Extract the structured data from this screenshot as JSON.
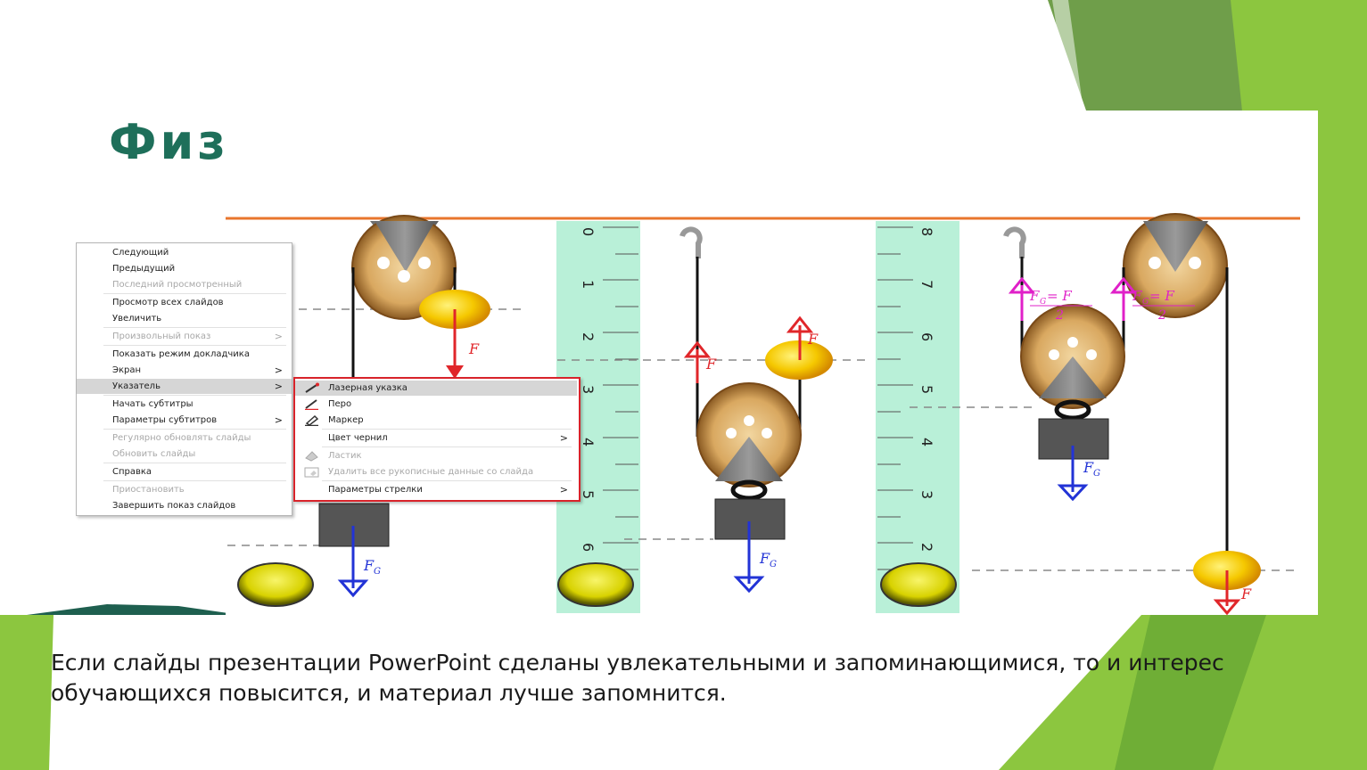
{
  "slide": {
    "title": "Физический процесс",
    "caption": "Если слайды презентации PowerPoint сделаны увлекательными и запоминающимися, то и интерес обучающихся повысится, и материал лучше запомнится."
  },
  "illustration": {
    "ruler1_ticks": [
      "0",
      "1",
      "2",
      "3",
      "4",
      "5",
      "6"
    ],
    "ruler2_ticks": [
      "8",
      "7",
      "6",
      "5",
      "4",
      "3",
      "2"
    ],
    "force_f": "F",
    "force_fg": "F",
    "force_sub": "G",
    "half_force_left": "F",
    "half_force_eq": "= F",
    "half_force_den": "2"
  },
  "colors": {
    "title": "#1e6f5a",
    "green_light": "#8cc63f",
    "green_dark": "#4e8a3a",
    "force_red": "#e0262a",
    "force_blue": "#2233d6",
    "force_magenta": "#e020c8",
    "ruler_bg": "#b9f0d8",
    "menu_highlight_border": "#d8232a"
  },
  "context_menu": {
    "items": [
      {
        "label": "Следующий",
        "disabled": false,
        "submenu": false
      },
      {
        "label": "Предыдущий",
        "disabled": false,
        "submenu": false
      },
      {
        "label": "Последний просмотренный",
        "disabled": true,
        "submenu": false
      },
      {
        "label": "Просмотр всех слайдов",
        "disabled": false,
        "submenu": false
      },
      {
        "label": "Увеличить",
        "disabled": false,
        "submenu": false
      },
      {
        "label": "Произвольный показ",
        "disabled": true,
        "submenu": true
      },
      {
        "label": "Показать режим докладчика",
        "disabled": false,
        "submenu": false
      },
      {
        "label": "Экран",
        "disabled": false,
        "submenu": true
      },
      {
        "label": "Указатель",
        "disabled": false,
        "submenu": true,
        "highlighted": true
      },
      {
        "label": "Начать субтитры",
        "disabled": false,
        "submenu": false
      },
      {
        "label": "Параметры субтитров",
        "disabled": false,
        "submenu": true
      },
      {
        "label": "Регулярно обновлять слайды",
        "disabled": true,
        "submenu": false
      },
      {
        "label": "Обновить слайды",
        "disabled": true,
        "submenu": false
      },
      {
        "label": "Справка",
        "disabled": false,
        "submenu": false
      },
      {
        "label": "Приостановить",
        "disabled": true,
        "submenu": false
      },
      {
        "label": "Завершить показ слайдов",
        "disabled": false,
        "submenu": false
      }
    ],
    "arrow": ">"
  },
  "pointer_submenu": {
    "items": [
      {
        "label": "Лазерная указка",
        "icon": "laser-pointer-icon",
        "disabled": false,
        "submenu": false,
        "highlighted": true
      },
      {
        "label": "Перо",
        "icon": "pen-icon",
        "disabled": false,
        "submenu": false
      },
      {
        "label": "Маркер",
        "icon": "highlighter-icon",
        "disabled": false,
        "submenu": false
      },
      {
        "label": "Цвет чернил",
        "icon": "",
        "disabled": false,
        "submenu": true
      },
      {
        "label": "Ластик",
        "icon": "eraser-icon",
        "disabled": true,
        "submenu": false
      },
      {
        "label": "Удалить все рукописные данные со слайда",
        "icon": "erase-all-ink-icon",
        "disabled": true,
        "submenu": false
      },
      {
        "label": "Параметры стрелки",
        "icon": "",
        "disabled": false,
        "submenu": true
      }
    ]
  }
}
